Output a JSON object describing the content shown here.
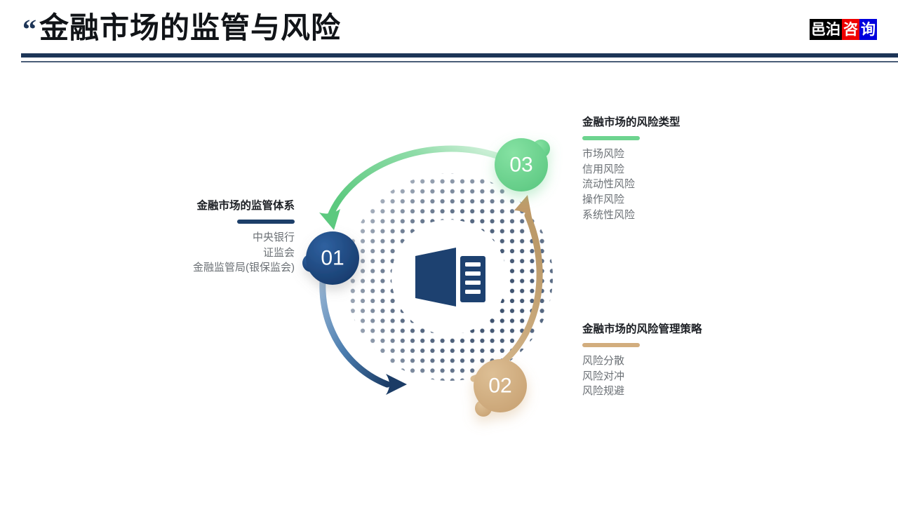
{
  "header": {
    "quote_mark": "“",
    "title": "金融市场的监管与风险",
    "rule_color": "#1d3557"
  },
  "logo": {
    "seg1": "邑泊",
    "seg2": "咨",
    "seg3": "询",
    "seg1_bg": "#000000",
    "seg2_bg": "#ee0000",
    "seg3_bg": "#0000dd"
  },
  "diagram": {
    "center_icon": "report-document-icon",
    "center_icon_color": "#1d4170",
    "nodes": [
      {
        "number": "01",
        "color": "#1d4a87",
        "position": "left"
      },
      {
        "number": "02",
        "color": "#d2ad7e",
        "position": "bottom-right"
      },
      {
        "number": "03",
        "color": "#6dd48f",
        "position": "top-right"
      }
    ],
    "arrows": [
      {
        "name": "arrow-01-to-02",
        "color": "#1d4a87",
        "from": "01",
        "to": "02"
      },
      {
        "name": "arrow-02-to-03",
        "color": "#c4a375",
        "from": "02",
        "to": "03"
      },
      {
        "name": "arrow-03-to-01",
        "color": "#6dd48f",
        "from": "03",
        "to": "01"
      }
    ]
  },
  "blocks": {
    "regulation": {
      "title": "金融市场的监管体系",
      "bar_color": "#1d3f69",
      "items": [
        "中央银行",
        "证监会",
        "金融监管局(银保监会)"
      ]
    },
    "risk_types": {
      "title": "金融市场的风险类型",
      "bar_color": "#6dd48f",
      "items": [
        "市场风险",
        "信用风险",
        "流动性风险",
        "操作风险",
        "系统性风险"
      ]
    },
    "risk_management": {
      "title": "金融市场的风险管理策略",
      "bar_color": "#d2ad7e",
      "items": [
        "风险分散",
        "风险对冲",
        "风险规避"
      ]
    }
  }
}
